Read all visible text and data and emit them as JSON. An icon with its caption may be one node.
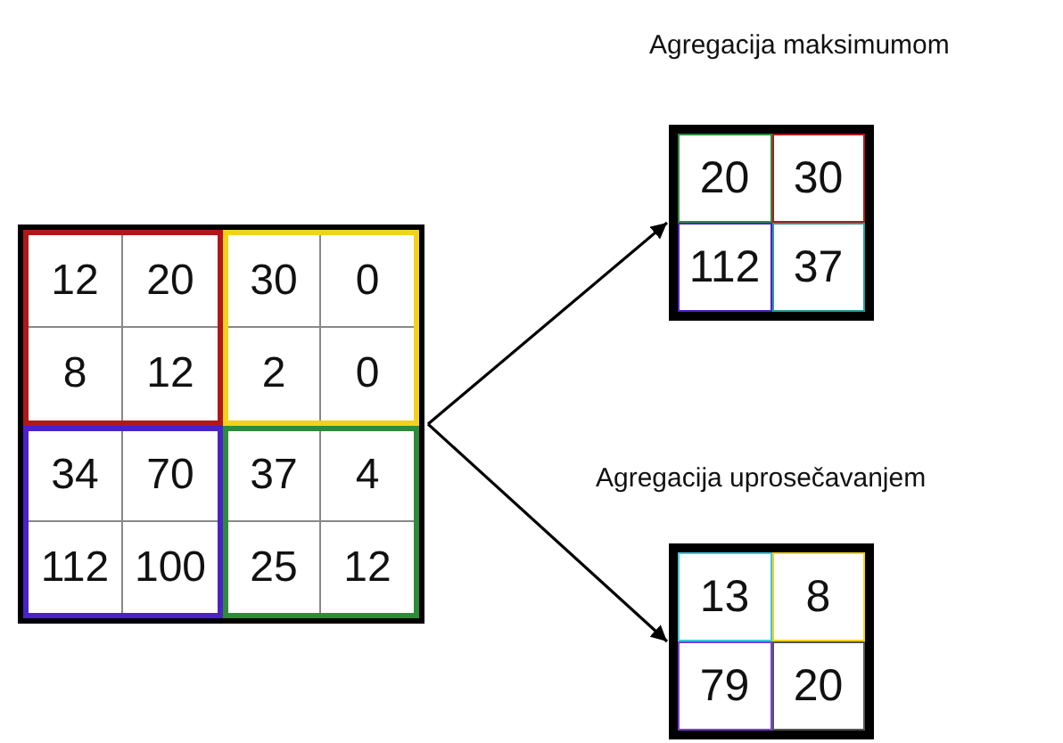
{
  "diagram": {
    "nodes": [
      {
        "text": [],
        "shape": "box"
      },
      {
        "text": [
          "12",
          "20",
          "8",
          "12"
        ],
        "in": 0
      },
      {
        "text": [
          "30",
          "0",
          "2",
          "0"
        ],
        "in": 0
      },
      {
        "text": [
          "34",
          "70",
          "112",
          "100"
        ],
        "in": 0
      },
      {
        "text": [
          "37",
          "4",
          "25",
          "12"
        ],
        "in": 0
      },
      {
        "text": [
          "Agregacija maksimumom"
        ]
      },
      {
        "text": [
          "20"
        ],
        "in": 5
      },
      {
        "text": [
          "30"
        ],
        "in": 5
      },
      {
        "text": [
          "112"
        ],
        "in": 5
      },
      {
        "text": [
          "37"
        ],
        "in": 5
      },
      {
        "text": [
          "Agregacija uprosečavanjem"
        ]
      },
      {
        "text": [
          "13"
        ],
        "in": 10
      },
      {
        "text": [
          "8"
        ],
        "in": 10
      },
      {
        "text": [
          "79"
        ],
        "in": 10
      },
      {
        "text": [
          "20"
        ],
        "in": 10
      }
    ],
    "edges": [
      {
        "from": 0,
        "to": 5,
        "arrow": "to"
      },
      {
        "from": 0,
        "to": 10,
        "arrow": "to"
      }
    ]
  }
}
